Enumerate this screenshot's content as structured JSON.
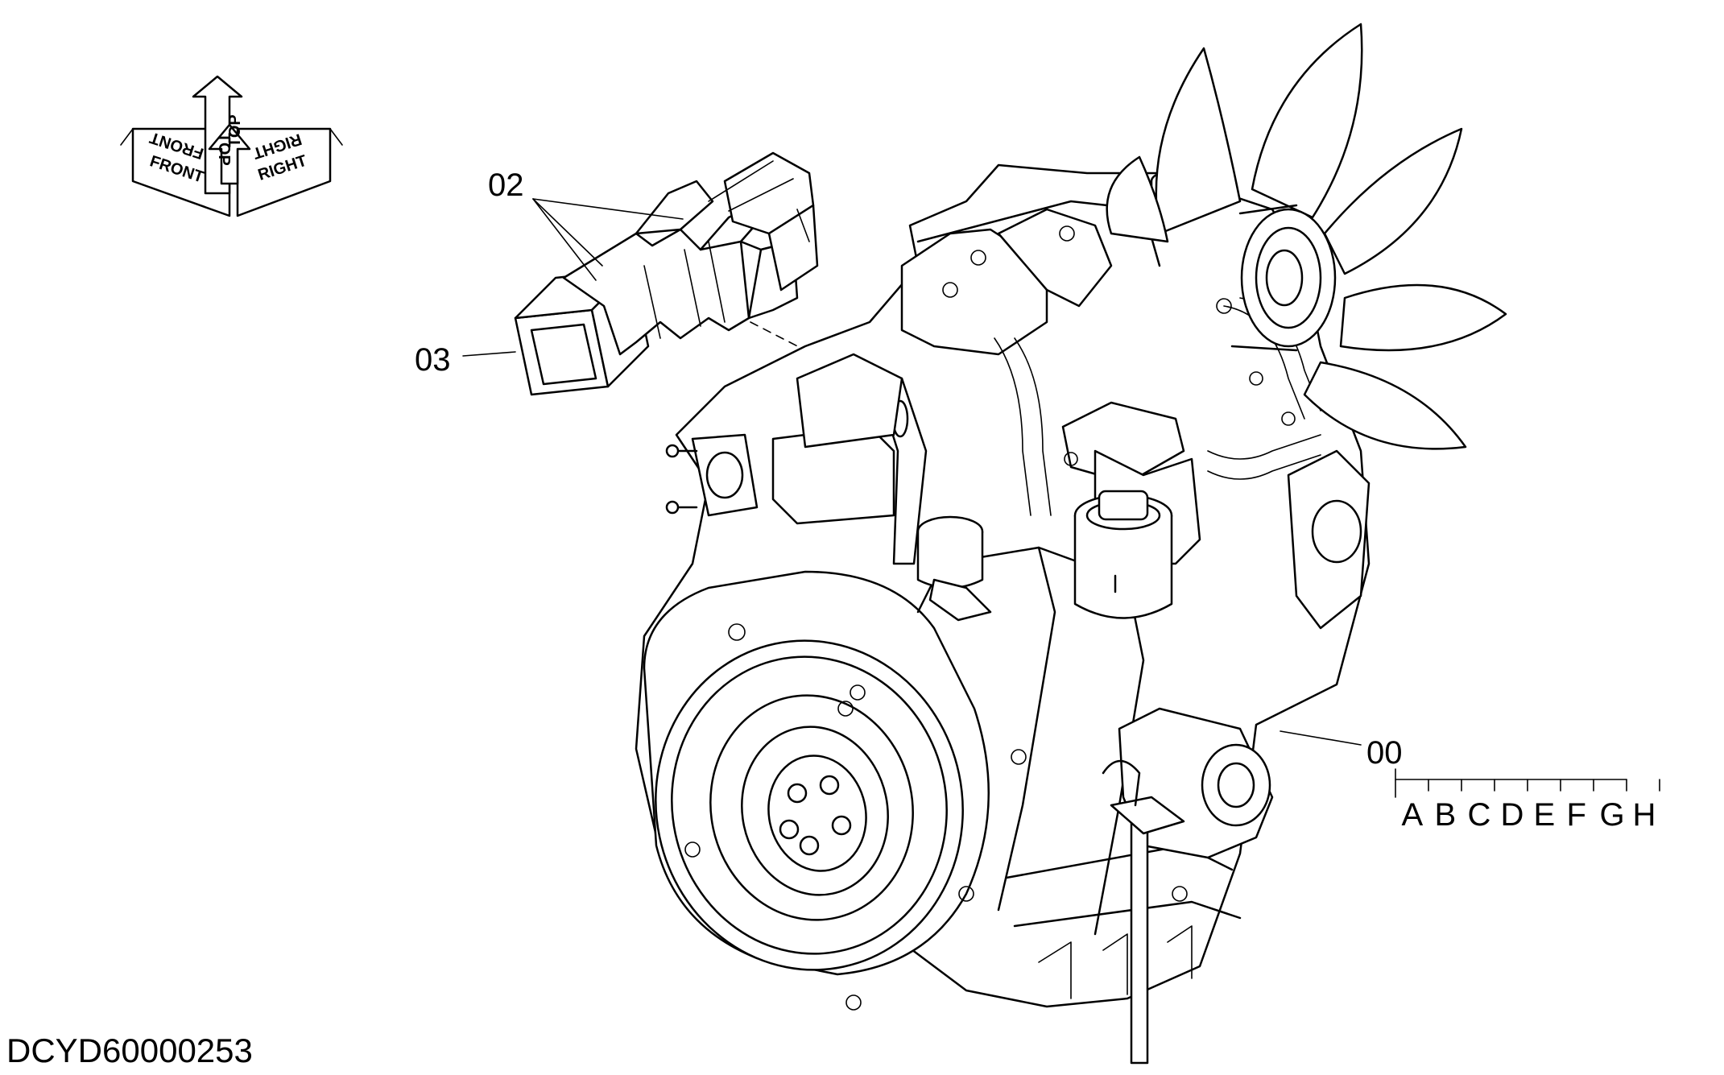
{
  "orientation": {
    "front": "FRONT",
    "top": "TOP",
    "right": "RIGHT"
  },
  "callouts": [
    {
      "id": "02",
      "label": "02"
    },
    {
      "id": "03",
      "label": "03"
    },
    {
      "id": "00",
      "label": "00"
    }
  ],
  "variant_scale": {
    "letters": [
      "A",
      "B",
      "C",
      "D",
      "E",
      "F",
      "G",
      "H"
    ]
  },
  "document_id": "DCYD60000253"
}
